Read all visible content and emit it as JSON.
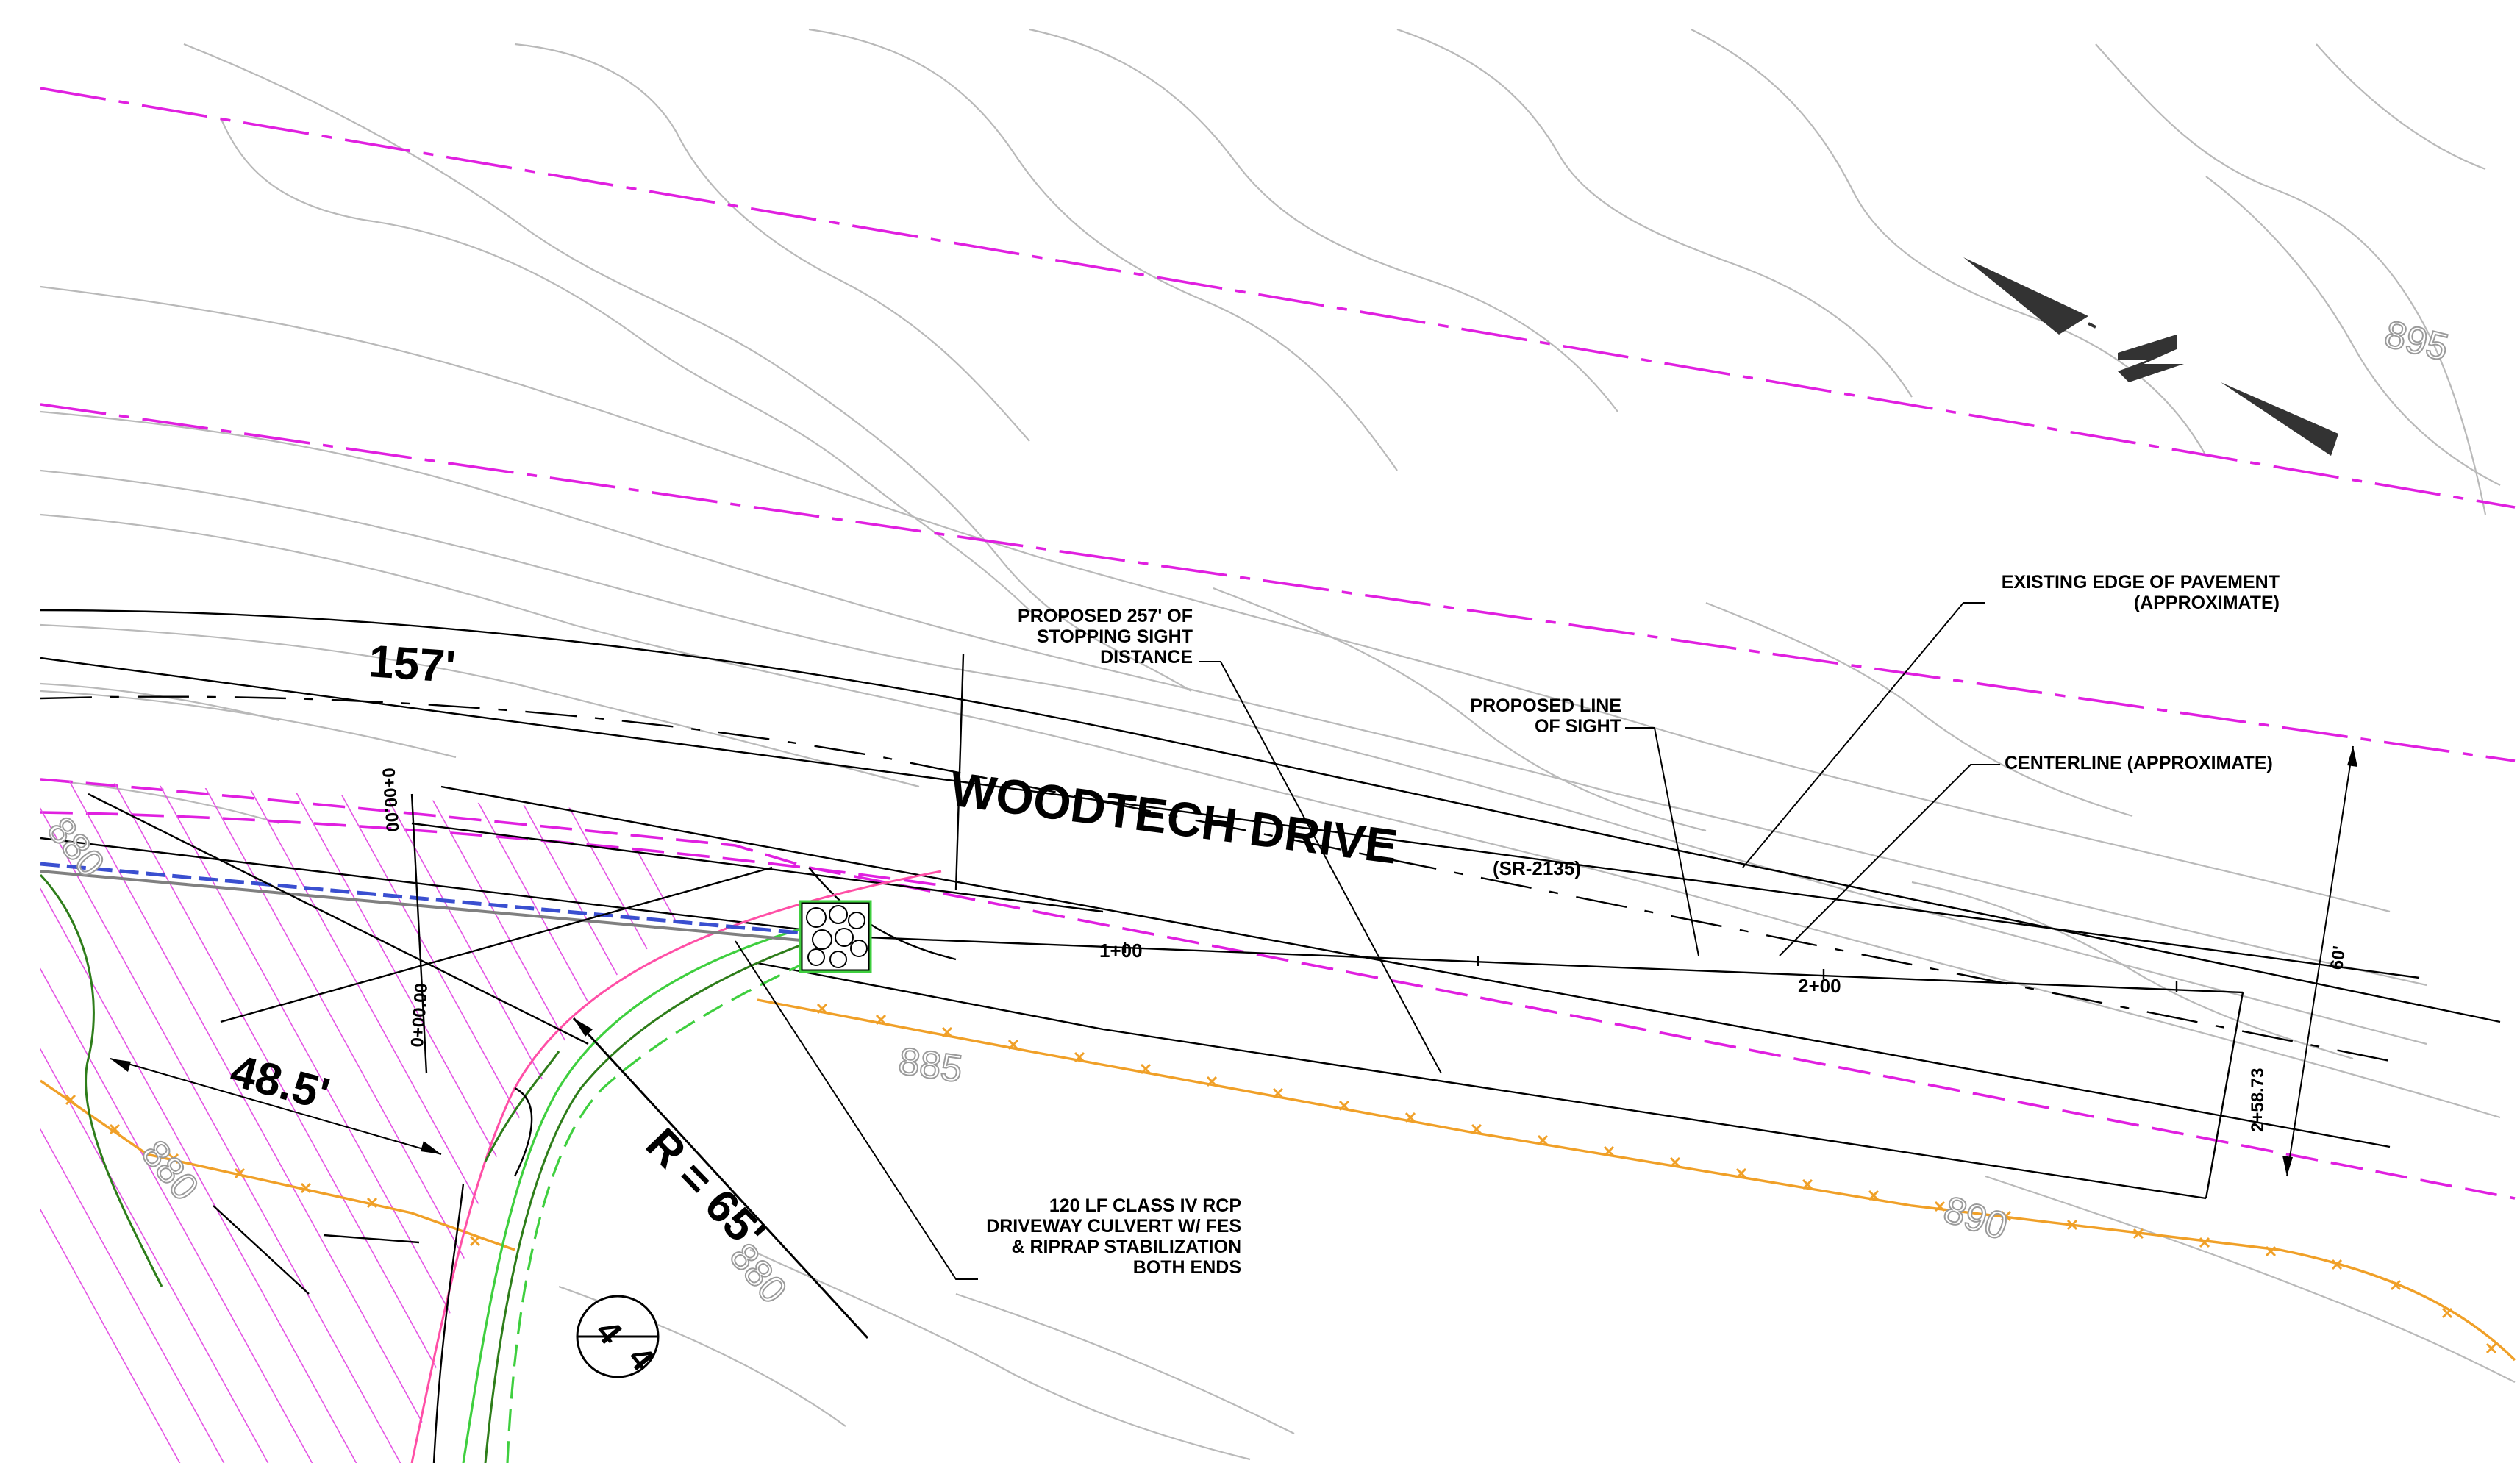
{
  "labels": {
    "road_name": "WOODTECH DRIVE",
    "route": "(SR-2135)",
    "dim_157": "157'",
    "dim_48_5": "48.5'",
    "radius": "R = 65'",
    "dim_60": "60'",
    "sta_start_a": "0+00.00",
    "sta_start_b": "0+00.00",
    "sta_100": "1+00",
    "sta_200": "2+00",
    "sta_end": "2+58.73",
    "sheet_num_top": "4",
    "sheet_num_bottom": "4"
  },
  "callouts": {
    "sight_distance": [
      "PROPOSED 257' OF",
      "STOPPING SIGHT",
      "DISTANCE"
    ],
    "line_of_sight": [
      "PROPOSED LINE",
      "OF SIGHT"
    ],
    "edge_pavement": [
      "EXISTING EDGE OF PAVEMENT",
      "(APPROXIMATE)"
    ],
    "centerline": [
      "CENTERLINE (APPROXIMATE)"
    ],
    "culvert": [
      "120 LF CLASS IV RCP",
      "DRIVEWAY CULVERT W/ FES",
      "& RIPRAP STABILIZATION",
      "BOTH ENDS"
    ]
  },
  "contours": {
    "c895": "895",
    "c885": "885",
    "c890": "890",
    "c880_a": "880",
    "c880_b": "880",
    "c880_c": "880"
  },
  "colors": {
    "right_of_way": "#e020e0",
    "contour": "#b9b9b9",
    "tree_protection_fence": "#f0a028",
    "silt_fence": "#2e7d1a",
    "driveway_edge": "#3fcf3f",
    "grading_limit": "#ff4fa6",
    "culvert_pipe": "#3a4fd0"
  },
  "icons": {
    "north_arrow": "north-arrow-icon",
    "riprap": "riprap-icon",
    "section_marker": "section-marker-icon"
  }
}
